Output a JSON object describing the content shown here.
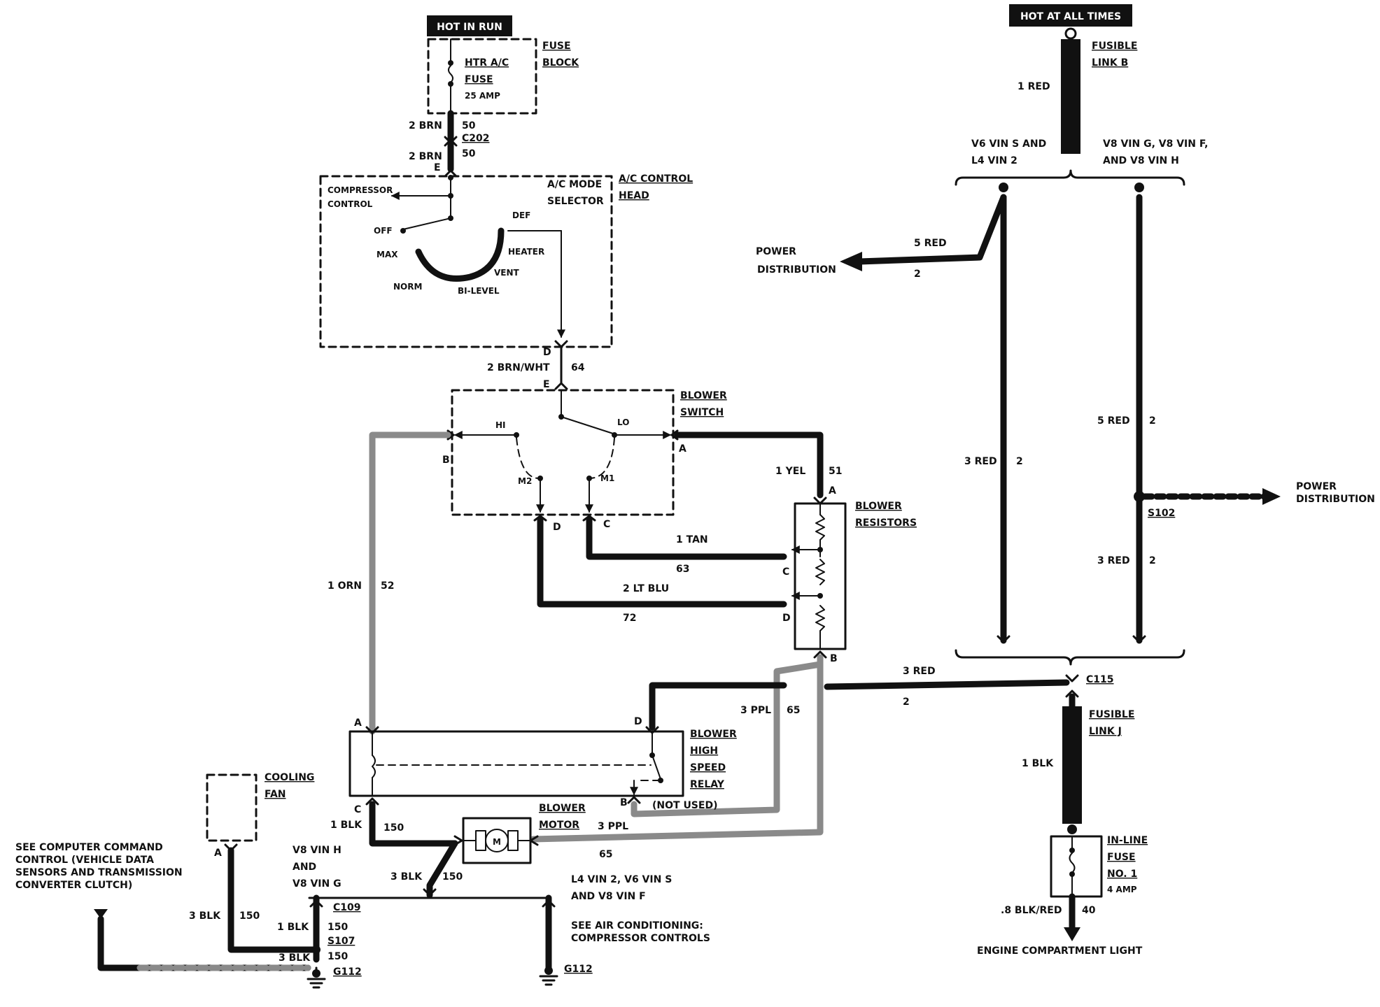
{
  "colors": {
    "ink": "#111111",
    "gray_wire": "#8a8a8a",
    "paper": "#ffffff"
  },
  "power": {
    "hot_in_run": "HOT IN RUN",
    "hot_at_all_times": "HOT AT ALL TIMES"
  },
  "fuse_block": {
    "label": [
      "FUSE",
      "BLOCK"
    ],
    "fuse_name": [
      "HTR A/C",
      "FUSE"
    ],
    "fuse_rating": "25 AMP"
  },
  "c202": {
    "name": "C202",
    "wire_upper": "2 BRN",
    "circuit_upper": "50",
    "wire_lower": "2 BRN",
    "circuit_lower": "50",
    "pin": "E"
  },
  "ac_control_head": {
    "label": [
      "A/C CONTROL",
      "HEAD"
    ],
    "mode_selector": [
      "A/C MODE",
      "SELECTOR"
    ],
    "compressor_control": [
      "COMPRESSOR",
      "CONTROL"
    ],
    "positions": {
      "off": "OFF",
      "max": "MAX",
      "norm": "NORM",
      "bi_level": "BI-LEVEL",
      "vent": "VENT",
      "heater": "HEATER",
      "def": "DEF"
    },
    "pin_out": "D"
  },
  "head_to_switch": {
    "wire": "2 BRN/WHT",
    "circuit": "64",
    "pin_head": "D",
    "pin_switch": "E"
  },
  "blower_switch": {
    "label": [
      "BLOWER",
      "SWITCH"
    ],
    "hi": "HI",
    "lo": "LO",
    "m1": "M1",
    "m2": "M2",
    "pins": {
      "a": "A",
      "b": "B",
      "c": "C",
      "d": "D",
      "e": "E"
    }
  },
  "wire_yel": {
    "wire": "1 YEL",
    "circuit": "51"
  },
  "wire_tan": {
    "wire": "1 TAN",
    "circuit": "63"
  },
  "wire_ltblu": {
    "wire": "2 LT BLU",
    "circuit": "72"
  },
  "wire_orn": {
    "wire": "1 ORN",
    "circuit": "52"
  },
  "blower_resistors": {
    "label": [
      "BLOWER",
      "RESISTORS"
    ],
    "pins": {
      "a": "A",
      "b": "B",
      "c": "C",
      "d": "D"
    }
  },
  "wire_ppl_upper": {
    "wire": "3 PPL",
    "circuit": "65"
  },
  "wire_ppl_lower": {
    "wire": "3 PPL",
    "circuit": "65"
  },
  "blower_relay": {
    "label": [
      "BLOWER",
      "HIGH",
      "SPEED",
      "RELAY"
    ],
    "not_used": "(NOT USED)",
    "pins": {
      "a": "A",
      "b": "B",
      "c": "C",
      "d": "D"
    }
  },
  "blower_motor": {
    "label": [
      "BLOWER",
      "MOTOR"
    ],
    "symbol": "M"
  },
  "cooling_fan": {
    "label": [
      "COOLING",
      "FAN"
    ],
    "pin": "A"
  },
  "wire_blk_relay": {
    "wire": "1 BLK",
    "circuit": "150"
  },
  "vin_note_left": [
    "V8 VIN H",
    "AND",
    "V8 VIN G"
  ],
  "vin_note_right": [
    "L4 VIN 2, V6 VIN S",
    "AND V8 VIN F"
  ],
  "wire_blk_motor": {
    "wire": "3 BLK",
    "circuit": "150"
  },
  "see_computer": [
    "SEE COMPUTER COMMAND",
    "CONTROL (VEHICLE DATA",
    "SENSORS AND TRANSMISSION",
    "CONVERTER CLUTCH)"
  ],
  "see_ac": [
    "SEE AIR CONDITIONING:",
    "COMPRESSOR CONTROLS"
  ],
  "wire_blk_fan": {
    "wire": "3 BLK",
    "circuit": "150"
  },
  "c109": {
    "name": "C109",
    "wire": "1 BLK",
    "circuit": "150"
  },
  "s107": {
    "name": "S107",
    "wire": "3 BLK",
    "circuit": "150"
  },
  "g112_left": "G112",
  "g112_right": "G112",
  "fusible_link_b": {
    "label": [
      "FUSIBLE",
      "LINK B"
    ],
    "wire": "1 RED"
  },
  "vin_v6_l4": [
    "V6 VIN S AND",
    "L4 VIN 2"
  ],
  "vin_v8": [
    "V8 VIN G, V8 VIN F,",
    "AND V8 VIN H"
  ],
  "power_distribution_left": {
    "label": [
      "POWER",
      "DISTRIBUTION"
    ],
    "wire": "5 RED",
    "circuit": "2"
  },
  "wire_3red_left": {
    "wire": "3 RED",
    "circuit": "2"
  },
  "wire_5red_right": {
    "wire": "5 RED",
    "circuit": "2"
  },
  "s102": {
    "name": "S102"
  },
  "power_distribution_right": [
    "POWER",
    "DISTRIBUTION"
  ],
  "wire_3red_right": {
    "wire": "3 RED",
    "circuit": "2"
  },
  "wire_3red_bottom": {
    "wire": "3 RED",
    "circuit": "2"
  },
  "c115": {
    "name": "C115"
  },
  "fusible_link_j": {
    "label": [
      "FUSIBLE",
      "LINK J"
    ],
    "wire": "1 BLK"
  },
  "inline_fuse": {
    "label": [
      "IN-LINE",
      "FUSE",
      "NO. 1"
    ],
    "rating": "4 AMP"
  },
  "wire_blkred": {
    "wire": ".8 BLK/RED",
    "circuit": "40"
  },
  "engine_light": "ENGINE COMPARTMENT LIGHT"
}
